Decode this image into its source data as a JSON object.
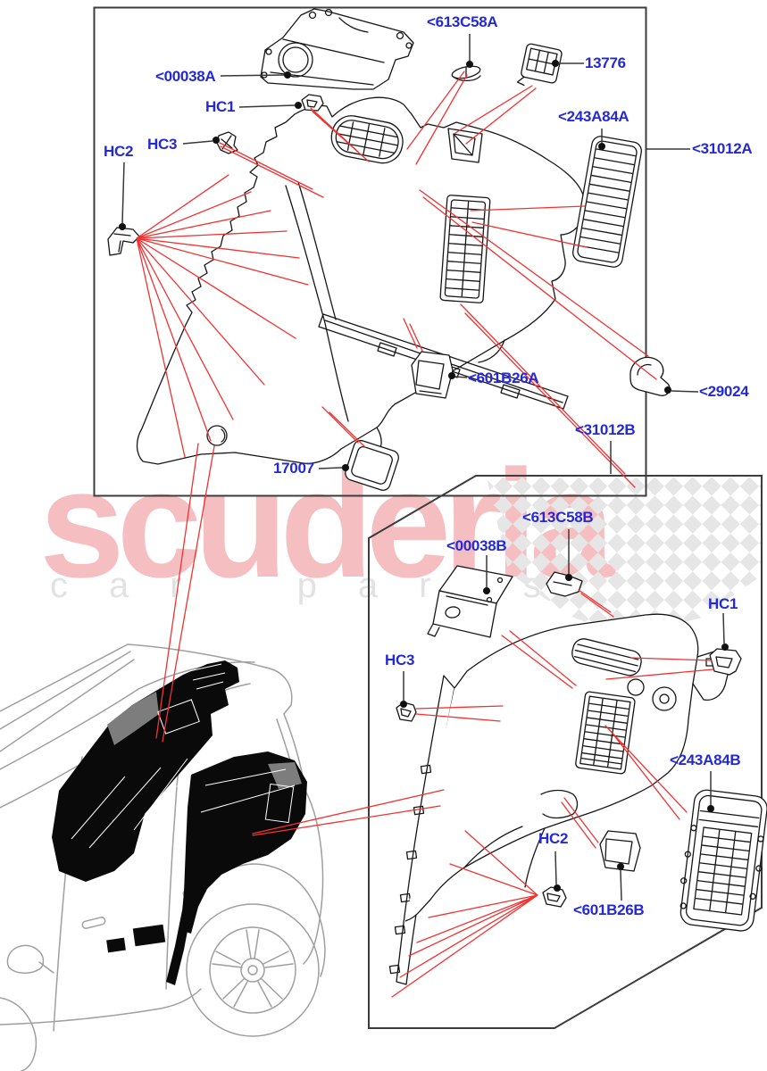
{
  "watermark": {
    "brand": "scuderia",
    "tagline": "car parts",
    "brand_color": "#f5bfc2",
    "tagline_color": "#e2e2e2"
  },
  "colors": {
    "callout_label": "#2429d6",
    "callout_line_red": "#f23131",
    "leader_line": "#383838",
    "line_art": "#161616",
    "car_outline": "#9f9f9f",
    "panel_fill": "#0a0a0a",
    "box_border": "#3c3c3c",
    "checker_flag": "#e6e6e6"
  },
  "assembly_a": {
    "ref": "<31012A",
    "parts": {
      "p00038a": "<00038A",
      "hc1": "HC1",
      "hc2": "HC2",
      "hc3": "HC3",
      "p613c58a": "<613C58A",
      "p13776": "13776",
      "p243a84a": "<243A84A",
      "p601b26a": "<601B26A",
      "p29024": "<29024",
      "p17007": "17007"
    }
  },
  "assembly_b": {
    "ref": "<31012B",
    "parts": {
      "p613c58b": "<613C58B",
      "p00038b": "<00038B",
      "hc1": "HC1",
      "hc3": "HC3",
      "hc2": "HC2",
      "p243a84b": "<243A84B",
      "p601b26b": "<601B26B"
    }
  }
}
